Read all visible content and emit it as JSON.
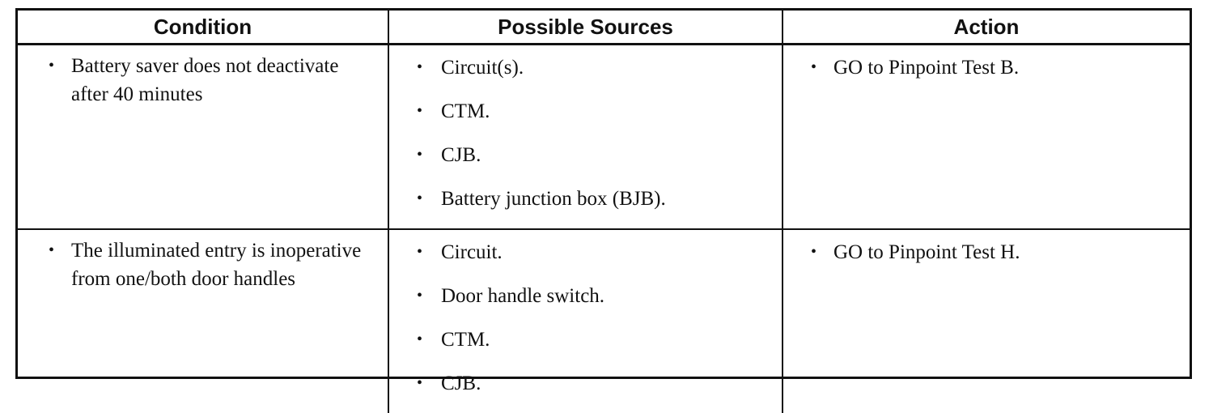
{
  "table": {
    "headers": {
      "condition": "Condition",
      "sources": "Possible Sources",
      "action": "Action"
    },
    "rows": [
      {
        "condition": "Battery saver does not deactivate after 40 minutes",
        "sources": [
          "Circuit(s).",
          "CTM.",
          "CJB.",
          "Battery junction box (BJB)."
        ],
        "action": "GO to Pinpoint Test B."
      },
      {
        "condition": "The illuminated entry is inoperative from one/both door handles",
        "sources": [
          "Circuit.",
          "Door handle switch.",
          "CTM.",
          "CJB."
        ],
        "action": "GO to Pinpoint Test H."
      }
    ],
    "bullet": "•"
  }
}
